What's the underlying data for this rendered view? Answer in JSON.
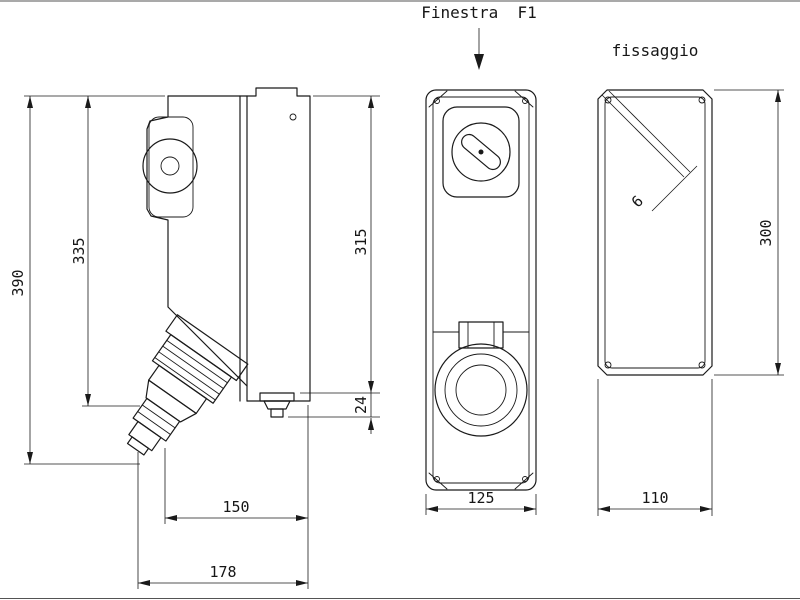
{
  "page": {
    "background": "#ffffff",
    "line_color": "#1a1a1a"
  },
  "labels": {
    "window": "Finestra  F1",
    "fixing": "fissaggio"
  },
  "dims": {
    "overall_height": "390",
    "inner_height": "335",
    "body_height": "315",
    "plug_height": "24",
    "body_depth": "150",
    "overall_depth": "178",
    "front_width": "125",
    "fixing_height": "300",
    "fixing_width": "110",
    "hole_size": "6"
  }
}
